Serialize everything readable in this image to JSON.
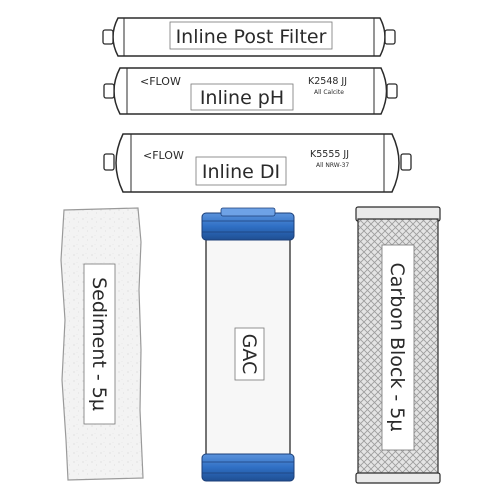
{
  "inline_filters": [
    {
      "label": "Inline Post Filter"
    },
    {
      "flow": "<FLOW",
      "label": "Inline pH",
      "code": "K2548 JJ",
      "media": "All Calcite"
    },
    {
      "flow": "<FLOW",
      "label": "Inline DI",
      "code": "K5555 JJ",
      "media": "All NRW-37"
    }
  ],
  "cartridges": [
    {
      "label": "Sediment - 5µ"
    },
    {
      "label": "GAC"
    },
    {
      "label": "Carbon Block - 5µ"
    }
  ],
  "colors": {
    "outline": "#2b2b2b",
    "gac_cap_blue": "#2f6fc4",
    "sediment_fill": "#f1f1f1",
    "carbon_mesh": "#b7b7b7"
  }
}
